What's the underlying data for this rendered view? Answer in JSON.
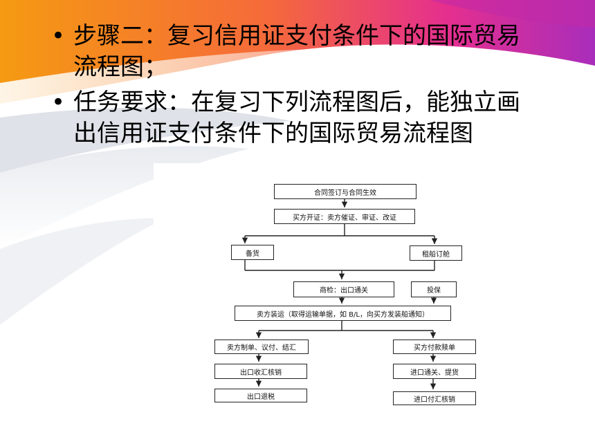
{
  "bullets": [
    "步骤二：复习信用证支付条件下的国际贸易流程图；",
    "任务要求：在复习下列流程图后，能独立画出信用证支付条件下的国际贸易流程图"
  ],
  "flowchart": {
    "contract": "合同签订与合同生效",
    "open_lc": "买方开证：卖方催证、审证、改证",
    "prepare_goods": "备货",
    "charter": "租船订舱",
    "inspection": "商检：出口通关",
    "insurance": "投保",
    "shipment": "卖方装运（取得运输单据，如 B/L，向买方发装船通知）",
    "seller_docs": "卖方制单、议付、结汇",
    "buyer_pay": "买方付款赎单",
    "export_verify": "出口收汇核销",
    "import_clear": "进口通关、提货",
    "tax_refund": "出口退税",
    "import_verify": "进口付汇核销"
  },
  "colors": {
    "arrow": "#222222",
    "pink": "#e8318a",
    "orange": "#f7a21b",
    "purple": "#b02aa8"
  }
}
